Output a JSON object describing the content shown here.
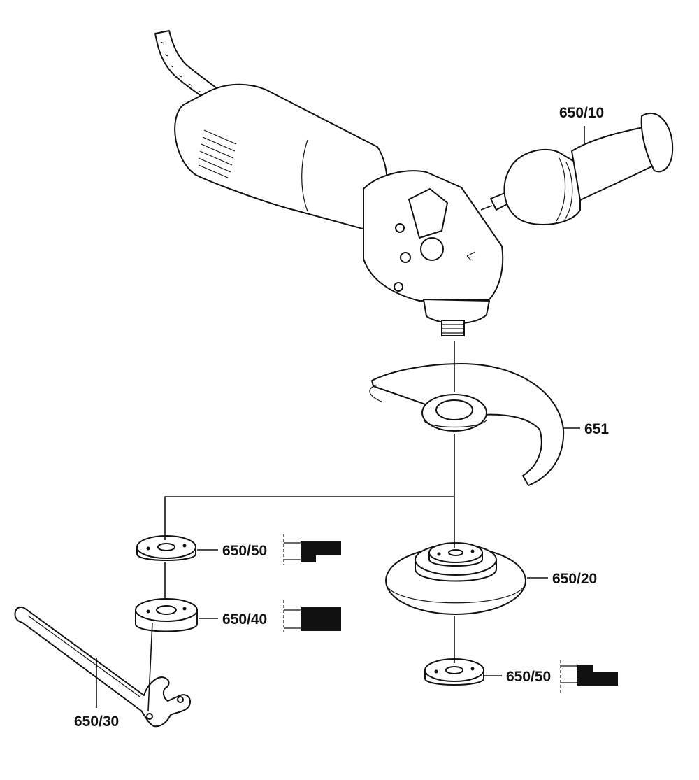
{
  "labels": {
    "side_handle": "650/10",
    "guard": "651",
    "clamping_nut_top": "650/50",
    "flange_nut": "650/40",
    "backing_pad": "650/20",
    "clamping_nut_bottom": "650/50",
    "spanner": "650/30"
  },
  "colors": {
    "ink": "#111111",
    "paper": "#ffffff"
  }
}
